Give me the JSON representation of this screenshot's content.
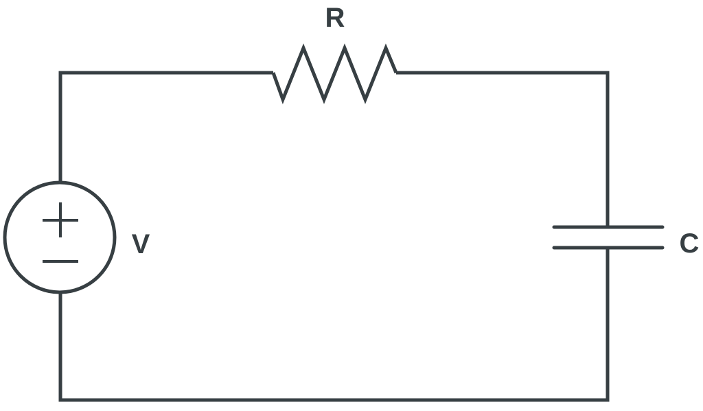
{
  "diagram": {
    "colors": {
      "ink": "#373f43",
      "background": "#ffffff"
    },
    "components": {
      "resistor": {
        "label": "R",
        "symbol": "zigzag-resistor"
      },
      "capacitor": {
        "label": "C",
        "symbol": "parallel-plate-capacitor"
      },
      "source": {
        "label": "V",
        "symbol": "dc-voltage-source",
        "positive_sign": "+",
        "negative_sign": "−"
      }
    }
  }
}
